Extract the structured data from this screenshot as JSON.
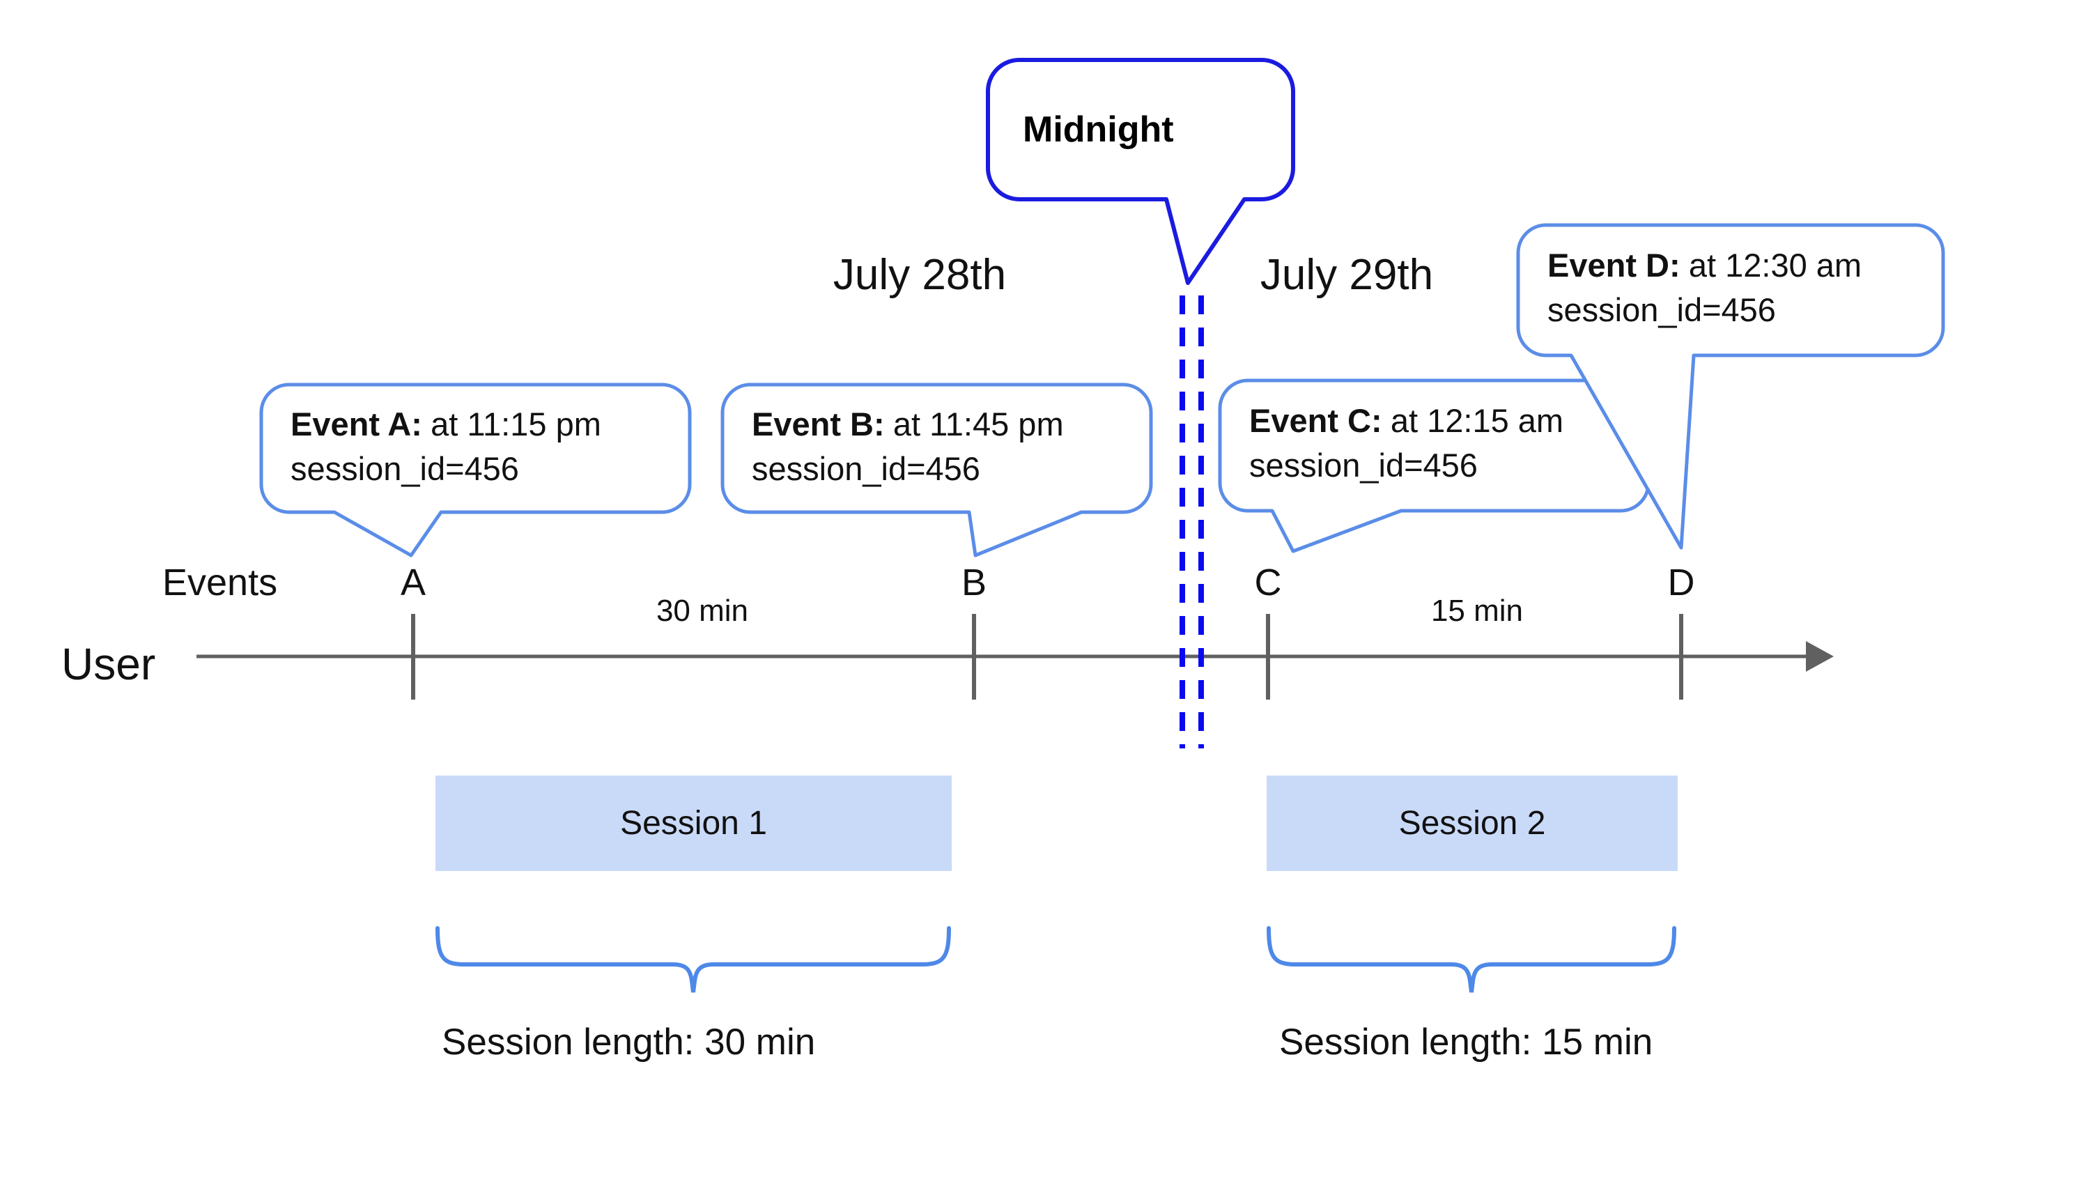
{
  "timeline": {
    "user_label": "User",
    "events_axis_label": "Events",
    "dates": [
      "July 28th",
      "July 29th"
    ],
    "gap_labels": [
      "30 min",
      "15 min"
    ],
    "midnight_label": "Midnight"
  },
  "events": [
    {
      "letter": "A",
      "name": "Event A:",
      "time": "at 11:15 pm",
      "session": "session_id=456"
    },
    {
      "letter": "B",
      "name": "Event B:",
      "time": "at 11:45 pm",
      "session": "session_id=456"
    },
    {
      "letter": "C",
      "name": "Event C:",
      "time": "at 12:15 am",
      "session": "session_id=456"
    },
    {
      "letter": "D",
      "name": "Event D:",
      "time": "at 12:30 am",
      "session": "session_id=456"
    }
  ],
  "sessions": [
    {
      "name": "Session 1",
      "length": "Session length: 30 min"
    },
    {
      "name": "Session 2",
      "length": "Session length: 15 min"
    }
  ],
  "colors": {
    "event_bubble_border": "#5b8de8",
    "midnight_bubble_border": "#1b1be0",
    "midnight_dashed_line": "#0a0af0",
    "session_box_fill": "#c9daf8",
    "brace": "#4e88e8",
    "axis_gray": "#606060",
    "text": "#111111"
  }
}
